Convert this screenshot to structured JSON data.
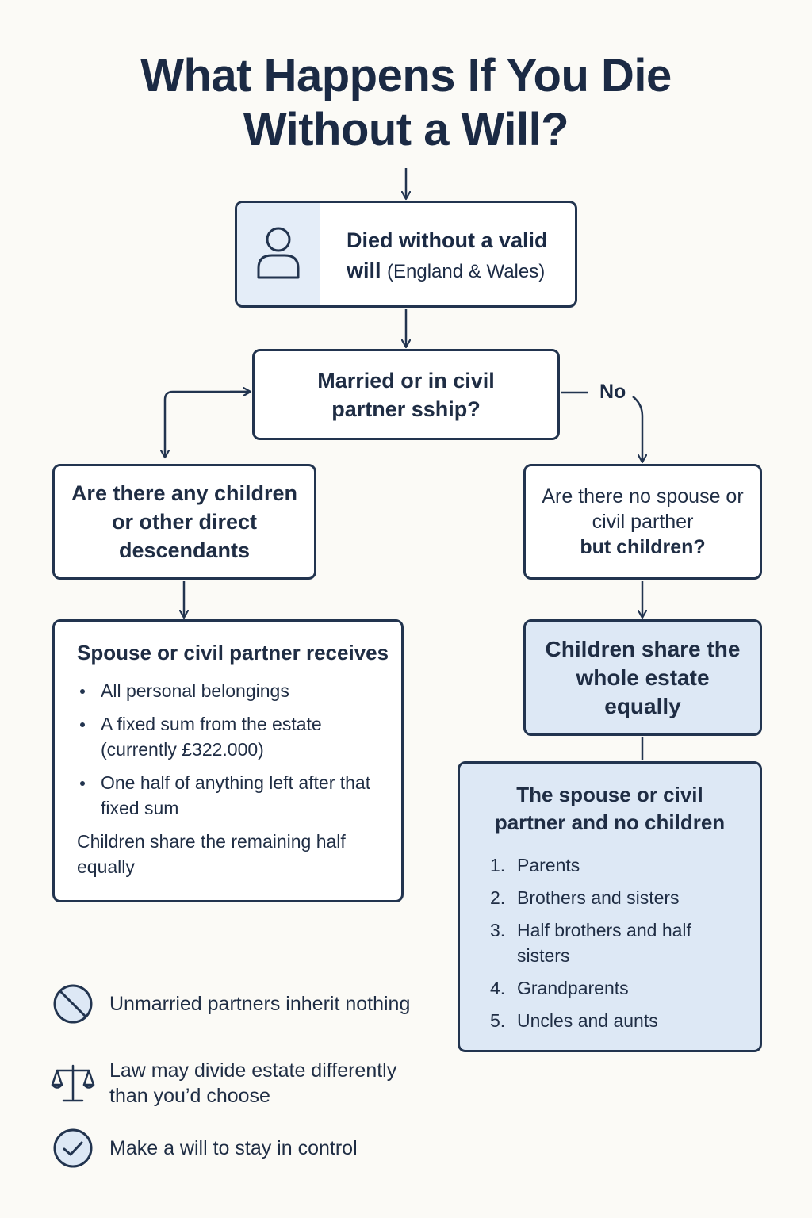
{
  "title": {
    "line1": "What Happens If You Die",
    "line2": "Without a Will?"
  },
  "start": {
    "main": "Died without a valid will",
    "sub": "(England & Wales)",
    "icon": "person-icon"
  },
  "questions": {
    "married": "Married or in civil partner sship?",
    "no_label": "No",
    "children": "Are there any children or other direct descendants",
    "no_spouse_line": "Are there no spouse or civil parther",
    "no_spouse_bold": "but children?"
  },
  "spouse_outcome": {
    "heading": "Spouse or civil partner receives",
    "items": [
      "All personal belongings",
      "A fixed sum from the estate (currently £322.000)",
      "One half of anything left after that fixed sum"
    ],
    "footer": "Children share the remaining half equally"
  },
  "children_outcome": {
    "text": "Children share the whole estate equally"
  },
  "no_children_outcome": {
    "heading": "The spouse or civil partner and no children",
    "items": [
      {
        "num": "1.",
        "label": "Parents"
      },
      {
        "num": "2.",
        "label": "Brothers and sisters"
      },
      {
        "num": "3.",
        "label": "Half brothers and half sisters"
      },
      {
        "num": "4.",
        "label": "Grandparents"
      },
      {
        "num": "5.",
        "label": "Uncles and aunts"
      }
    ]
  },
  "notes": [
    {
      "icon": "prohibited-icon",
      "text": "Unmarried partners inherit nothing"
    },
    {
      "icon": "scales-icon",
      "text": "Law may divide estate differently than you’d choose"
    },
    {
      "icon": "check-circle-icon",
      "text": "Make a will to stay in control"
    }
  ],
  "colors": {
    "ink": "#22344f",
    "background": "#fbfaf6",
    "box_fill": "#ffffff",
    "highlight_fill": "#dde8f5"
  }
}
